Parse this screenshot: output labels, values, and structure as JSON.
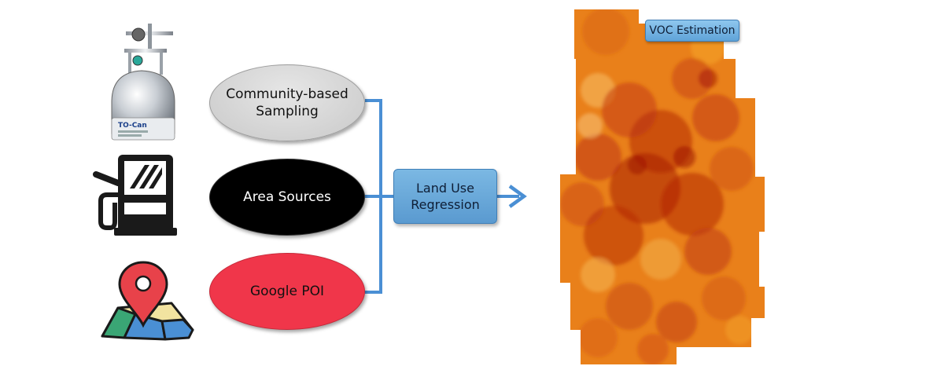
{
  "inputs": [
    {
      "icon": "air-sampling-canister-icon",
      "label": "Community-based\nSampling",
      "canister_text": "TO-Can"
    },
    {
      "icon": "gas-pump-icon",
      "label": "Area Sources"
    },
    {
      "icon": "map-pin-icon",
      "label": "Google POI"
    }
  ],
  "process": {
    "label": "Land Use\nRegression"
  },
  "output": {
    "label": "VOC Estimation"
  },
  "colors": {
    "connector": "#4a8fd4",
    "sampling_fill": "#d4d4d4",
    "area_fill": "#000000",
    "poi_fill": "#f0364a",
    "box_fill": "#6aaae0",
    "map_high": "#b81e0a",
    "map_low": "#f5a21e"
  }
}
